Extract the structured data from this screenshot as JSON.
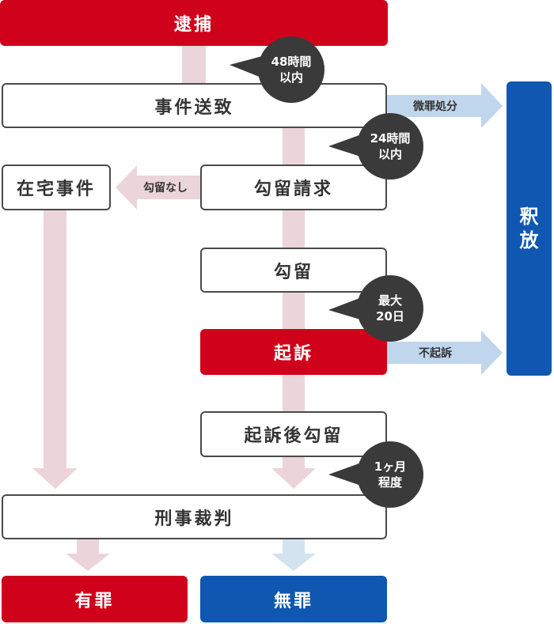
{
  "title": "刑事事件の流れ",
  "colors": {
    "red": "#d0021b",
    "blue": "#0f57b0",
    "pink_arrow": "#ebd5da",
    "blue_arrow": "#c0d6ec",
    "bubble": "#3a3a3a"
  },
  "nodes": {
    "arrest": "逮捕",
    "referral": "事件送致",
    "home_case": "在宅事件",
    "detention_request": "勾留請求",
    "detention": "勾留",
    "indictment": "起訴",
    "post_indictment_detention": "起訴後勾留",
    "criminal_trial": "刑事裁判",
    "guilty": "有罪",
    "not_guilty": "無罪",
    "release": [
      "釈",
      "放"
    ]
  },
  "arrows": {
    "minor_offense": "微罪処分",
    "no_detention": "勾留なし",
    "non_indictment": "不起訴"
  },
  "bubbles": {
    "b48": [
      "48時間",
      "以内"
    ],
    "b24": [
      "24時間",
      "以内"
    ],
    "b20": [
      "最大",
      "20日"
    ],
    "b1m": [
      "1ヶ月",
      "程度"
    ]
  }
}
